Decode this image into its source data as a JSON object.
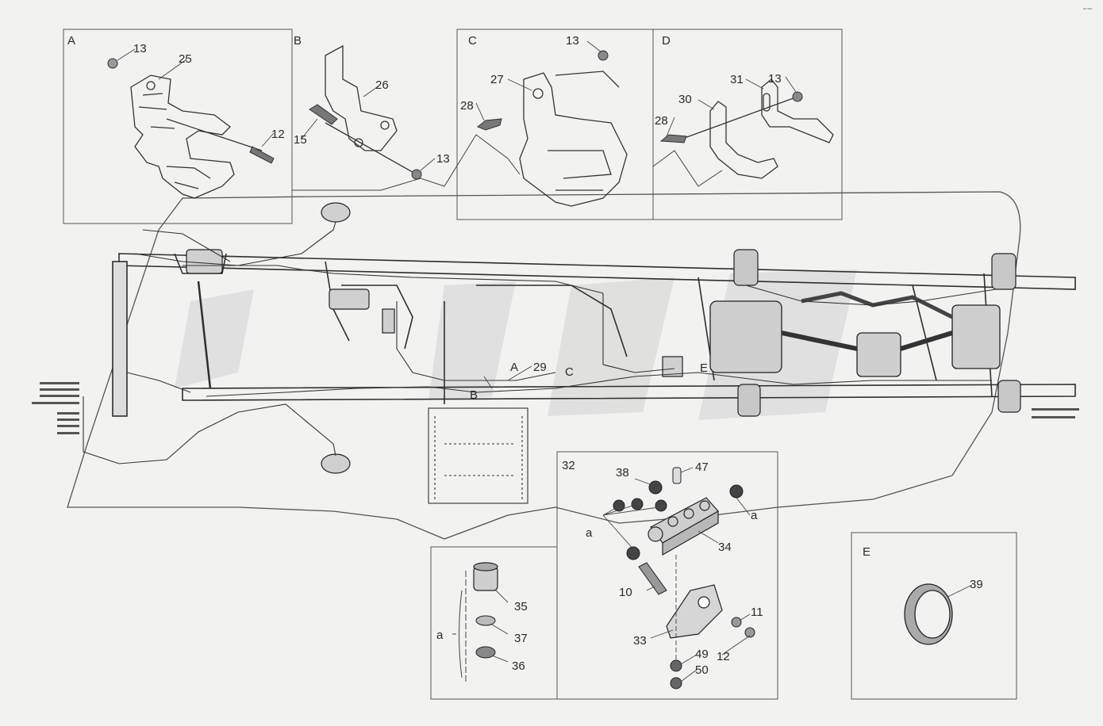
{
  "corner_mark": "°° °°°",
  "views": {
    "A": {
      "title": "A",
      "callouts": [
        "13",
        "25",
        "12"
      ]
    },
    "B": {
      "title": "B",
      "callouts": [
        "26",
        "15",
        "13"
      ]
    },
    "C": {
      "title": "C",
      "callouts": [
        "13",
        "27",
        "28"
      ]
    },
    "D": {
      "title": "D",
      "callouts": [
        "31",
        "13",
        "30",
        "28"
      ]
    },
    "E": {
      "title": "E",
      "callouts": [
        "39"
      ]
    },
    "a_detail": {
      "title": "a",
      "callouts": [
        "35",
        "37",
        "36"
      ]
    },
    "32": {
      "title": "32",
      "callouts": [
        "38",
        "47",
        "a",
        "a",
        "34",
        "10",
        "11",
        "33",
        "12",
        "49",
        "50"
      ]
    }
  },
  "main_labels": {
    "A": "A",
    "29": "29",
    "B": "B",
    "C": "C",
    "E": "E"
  },
  "colors": {
    "line": "#3a3a3a",
    "frame": "#555555",
    "background": "#f2f2f0",
    "watermark": "#d4d4d4"
  }
}
